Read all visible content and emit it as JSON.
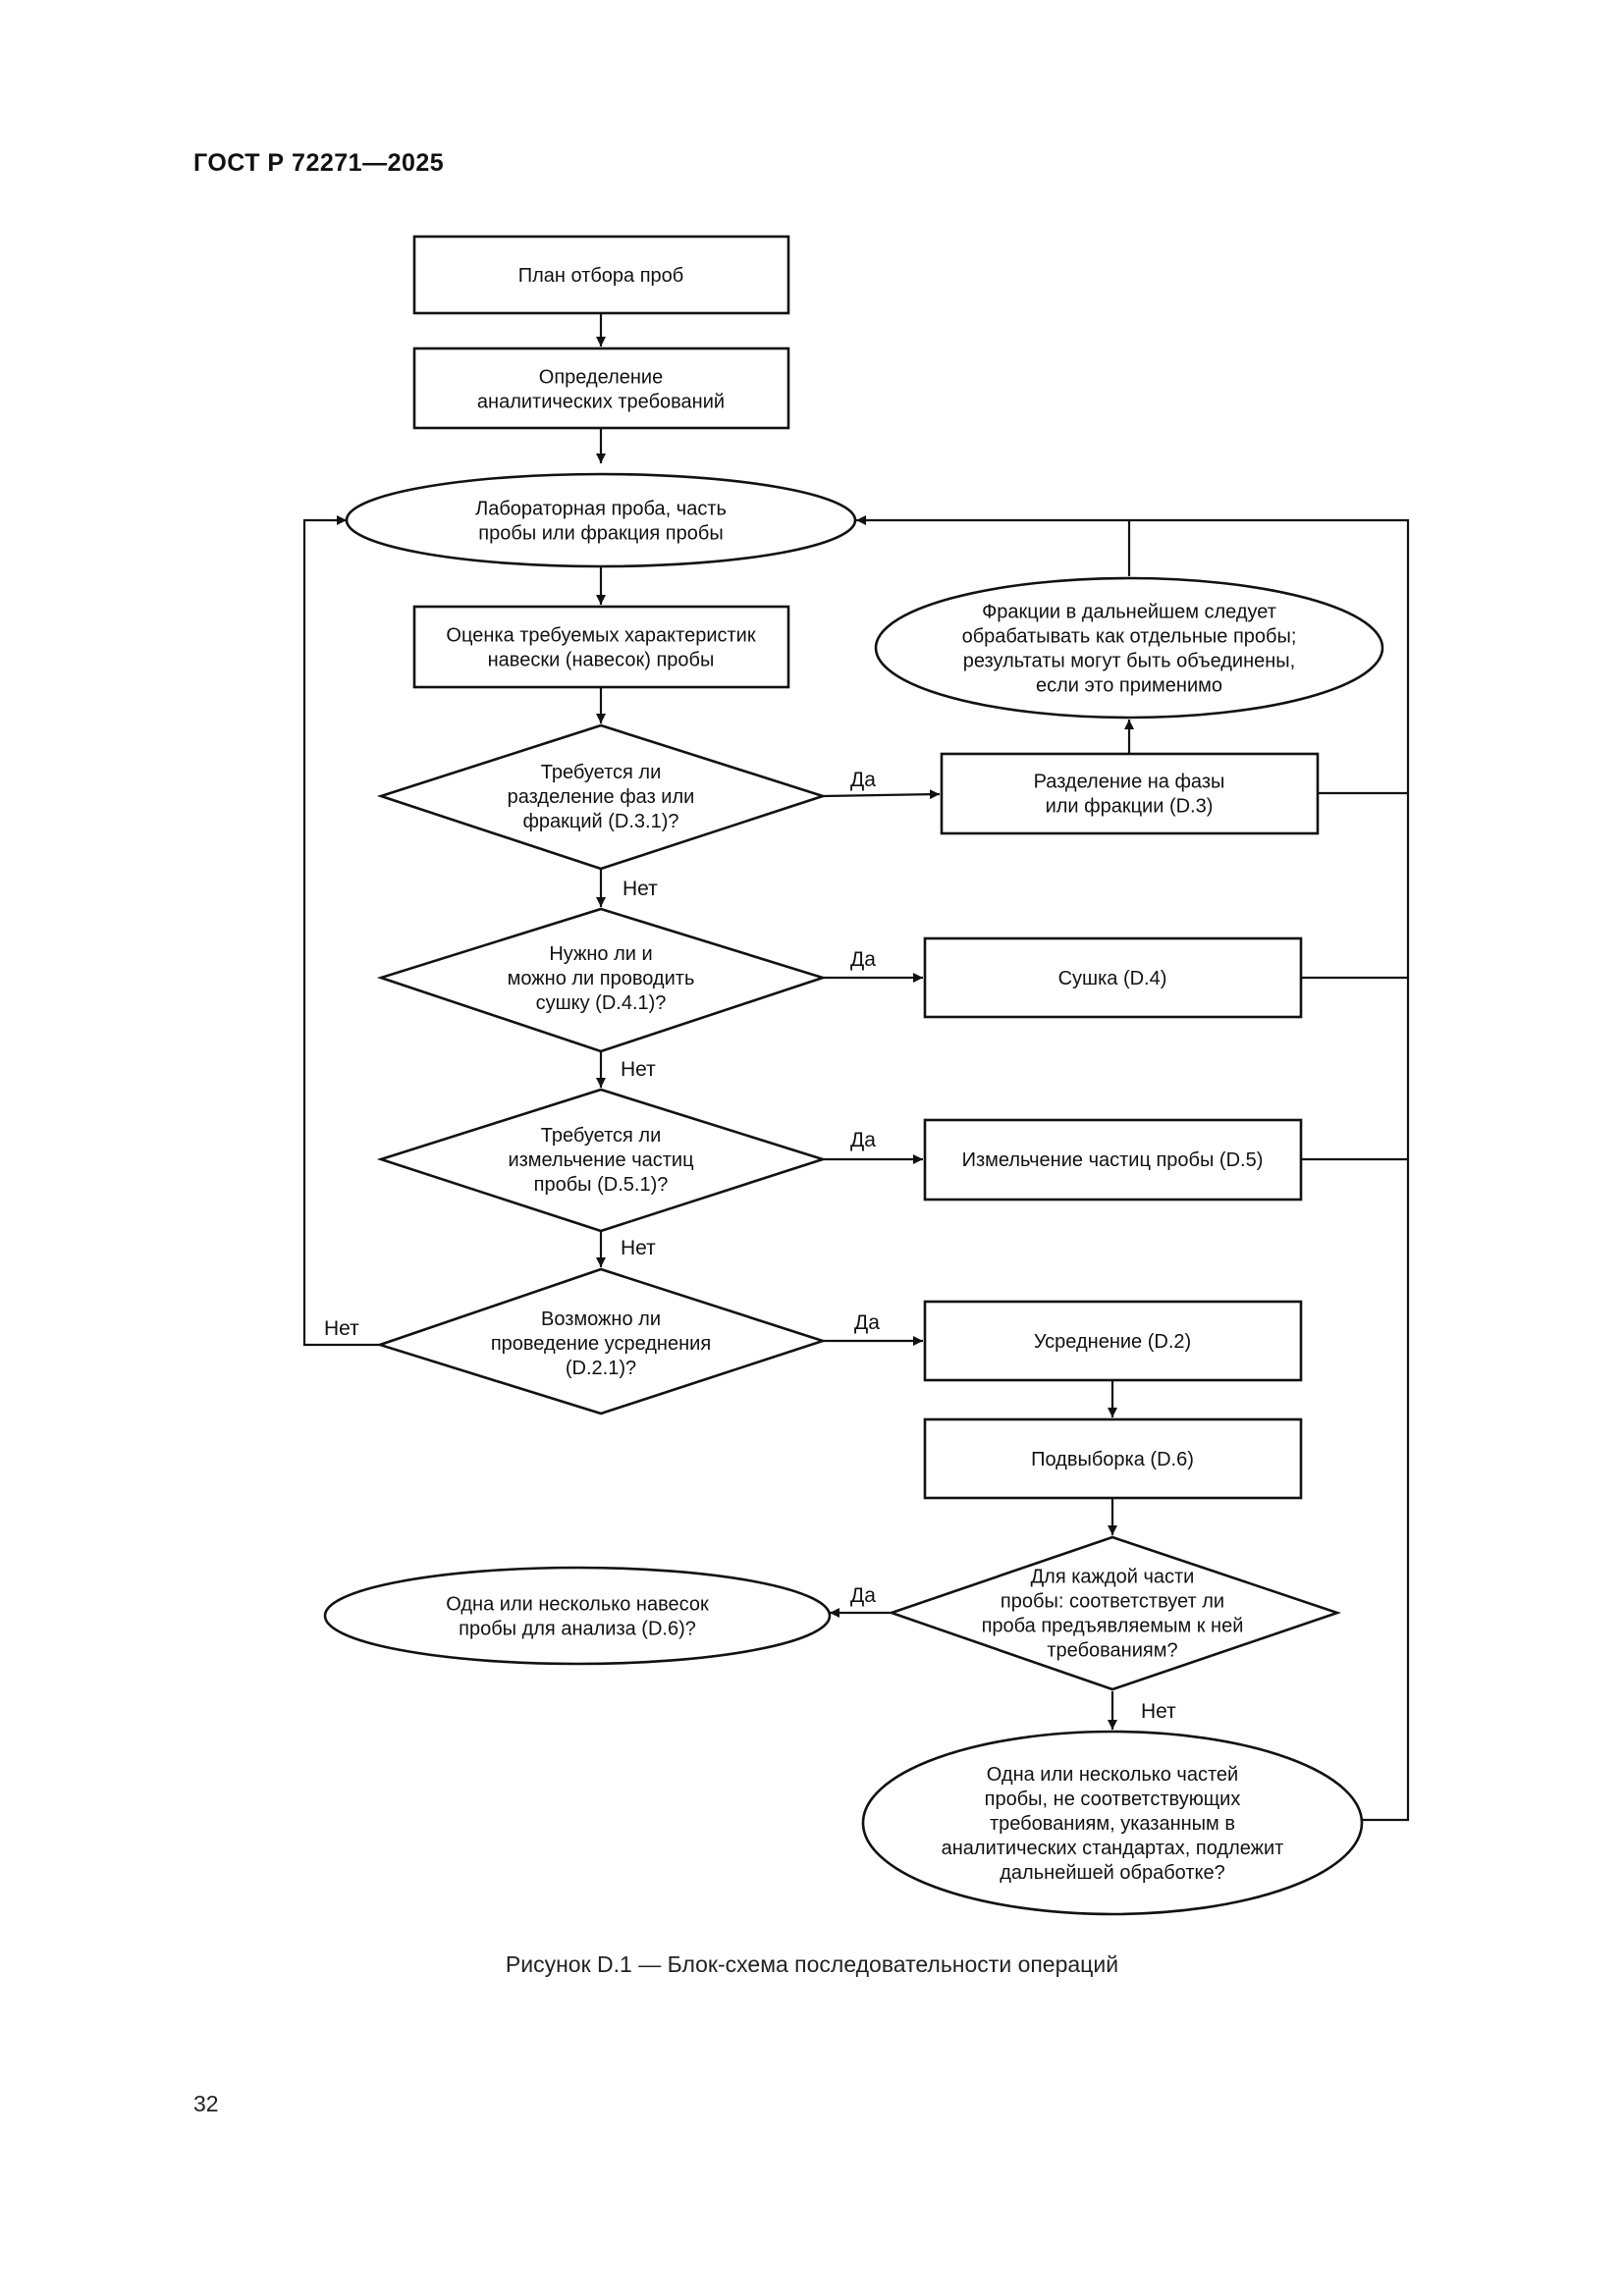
{
  "header": {
    "standard": "ГОСТ Р 72271—2025"
  },
  "nodes": {
    "sampling_plan": [
      "План отбора проб"
    ],
    "analytical_requirements": [
      "Определение",
      "аналитических требований"
    ],
    "laboratory_sample": [
      "Лабораторная проба, часть",
      "пробы или фракция пробы"
    ],
    "test_portion_evaluation": [
      "Оценка требуемых характеристик",
      "навески (навесок) пробы"
    ],
    "fractions_note": [
      "Фракции в дальнейшем следует",
      "обрабатывать как отдельные пробы;",
      "результаты могут быть объединены,",
      "если это применимо"
    ],
    "q_phase_separation": [
      "Требуется ли",
      "разделение фаз или",
      "фракций (D.3.1)?"
    ],
    "phase_separation": [
      "Разделение на фазы",
      "или фракции (D.3)"
    ],
    "q_drying": [
      "Нужно ли и",
      "можно ли проводить",
      "сушку (D.4.1)?"
    ],
    "drying": [
      "Сушка (D.4)"
    ],
    "q_size_reduction": [
      "Требуется ли",
      "измельчение частиц",
      "пробы (D.5.1)?"
    ],
    "size_reduction": [
      "Измельчение частиц пробы (D.5)"
    ],
    "q_homogenization": [
      "Возможно ли",
      "проведение усреднения",
      "(D.2.1)?"
    ],
    "homogenization": [
      "Усреднение (D.2)"
    ],
    "subsampling": [
      "Подвыборка (D.6)"
    ],
    "q_conformity": [
      "Для каждой части",
      "пробы: соответствует ли",
      "проба предъявляемым к ней",
      "требованиям?"
    ],
    "test_portions_result": [
      "Одна или несколько навесок",
      "пробы для анализа (D.6)?"
    ],
    "further_treatment": [
      "Одна или несколько частей",
      "пробы, не соответствующих",
      "требованиям, указанным в",
      "аналитических стандартах, подлежит",
      "дальнейшей обработке?"
    ]
  },
  "labels": {
    "yes": "Да",
    "no": "Нет"
  },
  "caption": "Рисунок D.1 — Блок-схема последовательности операций",
  "page_number": "32"
}
